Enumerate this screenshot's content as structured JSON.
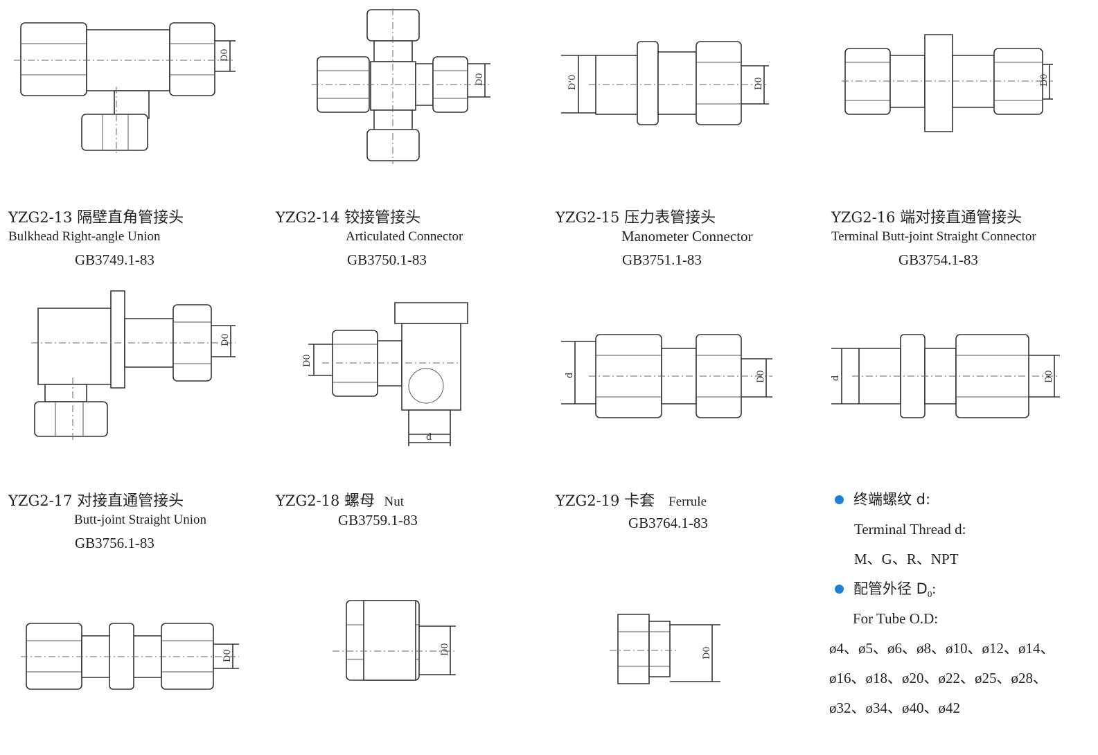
{
  "items": [
    {
      "code": "YZG2-13",
      "cn": "隔壁直角管接头",
      "en": "Bulkhead Right-angle Union",
      "std": "GB3749.1-83",
      "dim": [
        "D0"
      ]
    },
    {
      "code": "YZG2-14",
      "cn": "铰接管接头",
      "en": "Articulated Connector",
      "std": "GB3750.1-83",
      "dim": [
        "D0"
      ]
    },
    {
      "code": "YZG2-15",
      "cn": "压力表管接头",
      "en": "Manometer Connector",
      "std": "GB3751.1-83",
      "dim": [
        "D'0",
        "D0"
      ]
    },
    {
      "code": "YZG2-16",
      "cn": "端对接直通管接头",
      "en": "Terminal Butt-joint Straight Connector",
      "std": "GB3754.1-83",
      "dim": [
        "D0"
      ]
    },
    {
      "code": "YZG2-17",
      "cn": "对接直通管接头",
      "en": "Butt-joint Straight Union",
      "std": "GB3756.1-83",
      "dim": [
        "D0"
      ]
    },
    {
      "code": "YZG2-18",
      "cn": "螺母",
      "en": "Nut",
      "std": "GB3759.1-83",
      "dim": [
        "D0"
      ]
    },
    {
      "code": "YZG2-19",
      "cn": "卡套",
      "en": "Ferrule",
      "std": "GB3764.1-83",
      "dim": [
        "D0"
      ]
    }
  ],
  "middle_row_dims": [
    [
      "D0"
    ],
    [
      "D0",
      "d"
    ],
    [
      "d",
      "D0"
    ],
    [
      "d",
      "D0"
    ]
  ],
  "spec": {
    "thread_cn": "终端螺纹 d:",
    "thread_en": "Terminal Thread d:",
    "thread_values": "M、G、R、NPT",
    "tube_cn": "配管外径 D",
    "tube_cn_sub": "0",
    "tube_cn_suffix": ":",
    "tube_en": "For Tube O.D:",
    "tube_line1": "ø4、ø5、ø6、ø8、ø10、ø12、ø14、",
    "tube_line2": "ø16、ø18、ø20、ø22、ø25、ø28、",
    "tube_line3": "ø32、ø34、ø40、ø42"
  },
  "colors": {
    "bullet": "#1e7fd6",
    "line": "#333333"
  }
}
